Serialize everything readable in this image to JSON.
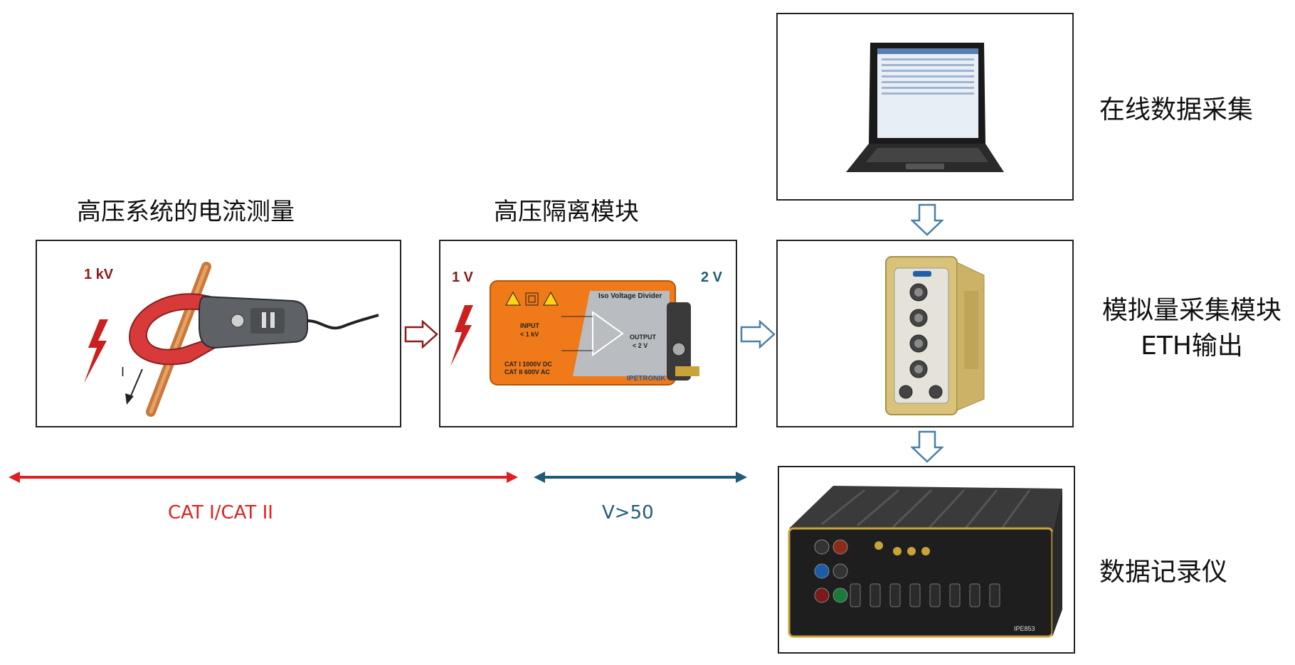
{
  "section_titles": {
    "current_measurement": "高压系统的电流测量",
    "isolation_module": "高压隔离模块"
  },
  "side_labels": {
    "online_acquisition": "在线数据采集",
    "analog_module_line1": "模拟量采集模块",
    "analog_module_line2": "ETH输出",
    "data_logger": "数据记录仪"
  },
  "clamp_panel": {
    "voltage_label": "1 kV",
    "current_arrow_label": "I"
  },
  "isolator_panel": {
    "input_voltage_label": "1 V",
    "output_voltage_label": "2 V",
    "device": {
      "name": "Iso Voltage Divider",
      "input_text_1": "INPUT",
      "input_text_2": "< 1 kV",
      "output_text_1": "OUTPUT",
      "output_text_2": "< 2 V",
      "cat_text_1": "CAT I 1000V DC",
      "cat_text_2": "CAT II 600V AC",
      "brand": "IPETRONIK"
    }
  },
  "ranges": {
    "cat_range": {
      "label": "CAT I/CAT II",
      "color": "#e02020"
    },
    "low_voltage_range": {
      "label": "V>50",
      "color": "#1f5c7a"
    }
  },
  "colors": {
    "flow_arrow_red": "#8b1a1a",
    "flow_arrow_blue": "#4a7fa8",
    "lightning": "#cc1f1f",
    "isolator_orange": "#f07a1a",
    "module_gold": "#d9c27a"
  },
  "logger": {
    "model": "IPE853"
  }
}
